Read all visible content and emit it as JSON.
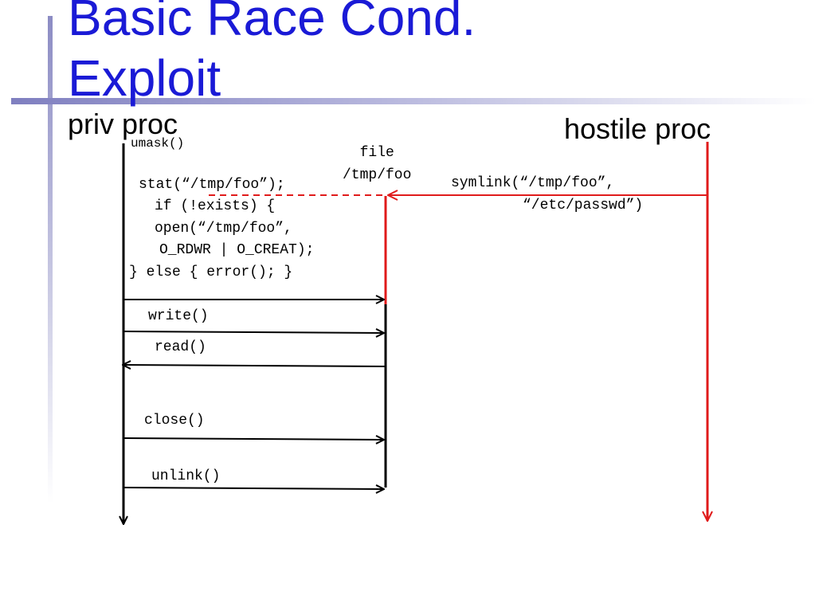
{
  "slide": {
    "title": "Basic Race Cond.\nExploit",
    "colors": {
      "title": "#1a1ad6",
      "hostile": "#e01b1b",
      "priv": "#000000"
    }
  },
  "actors": {
    "priv": "priv proc",
    "hostile": "hostile proc"
  },
  "file_label": "file\n/tmp/foo",
  "priv_code": {
    "umask": "umask()",
    "stat": "stat(“/tmp/foo”);",
    "if_exists": "if (!exists) {",
    "open": "open(“/tmp/foo”,",
    "flags": "O_RDWR | O_CREAT);",
    "else": "} else { error(); }",
    "write": "write()",
    "read": "read()",
    "close": "close()",
    "unlink": "unlink()"
  },
  "hostile_code": {
    "symlink_line1": "symlink(“/tmp/foo”,",
    "symlink_line2": "“/etc/passwd”)"
  }
}
